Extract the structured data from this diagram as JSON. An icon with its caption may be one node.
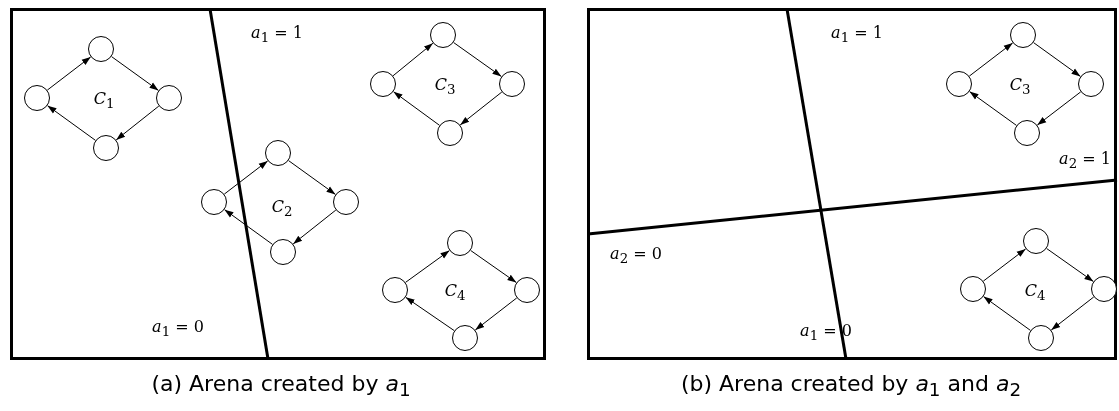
{
  "diagram": {
    "nodes": [
      {
        "text": [
          "(a) Arena created by *a*$_{1}$"
        ]
      },
      {
        "text": [],
        "shape": "circle",
        "in": 0
      },
      {
        "text": [],
        "shape": "circle",
        "in": 0
      },
      {
        "text": [],
        "shape": "circle",
        "in": 0
      },
      {
        "text": [],
        "shape": "circle",
        "in": 0
      },
      {
        "text": [],
        "shape": "circle",
        "in": 0
      },
      {
        "text": [],
        "shape": "circle",
        "in": 0
      },
      {
        "text": [],
        "shape": "circle",
        "in": 0
      },
      {
        "text": [],
        "shape": "circle",
        "in": 0
      },
      {
        "text": [],
        "shape": "circle",
        "in": 0
      },
      {
        "text": [],
        "shape": "circle",
        "in": 0
      },
      {
        "text": [],
        "shape": "circle",
        "in": 0
      },
      {
        "text": [],
        "shape": "circle",
        "in": 0
      },
      {
        "text": [],
        "shape": "circle",
        "in": 0
      },
      {
        "text": [],
        "shape": "circle",
        "in": 0
      },
      {
        "text": [],
        "shape": "circle",
        "in": 0
      },
      {
        "text": [],
        "shape": "circle",
        "in": 0
      },
      {
        "text": [
          "(b) Arena created by *a*$_{1}$ and *a*$_{2}$"
        ]
      },
      {
        "text": [],
        "shape": "circle",
        "in": 17
      },
      {
        "text": [],
        "shape": "circle",
        "in": 17
      },
      {
        "text": [],
        "shape": "circle",
        "in": 17
      },
      {
        "text": [],
        "shape": "circle",
        "in": 17
      },
      {
        "text": [],
        "shape": "circle",
        "in": 17
      },
      {
        "text": [],
        "shape": "circle",
        "in": 17
      },
      {
        "text": [],
        "shape": "circle",
        "in": 17
      },
      {
        "text": [],
        "shape": "circle",
        "in": 17
      }
    ],
    "edges": [
      {
        "from": 2,
        "to": 1,
        "arrow": "to"
      },
      {
        "from": 1,
        "to": 3,
        "arrow": "to"
      },
      {
        "from": 3,
        "to": 4,
        "arrow": "to"
      },
      {
        "from": 4,
        "to": 2,
        "arrow": "to"
      },
      {
        "from": 6,
        "to": 5,
        "arrow": "to"
      },
      {
        "from": 5,
        "to": 7,
        "arrow": "to"
      },
      {
        "from": 7,
        "to": 8,
        "arrow": "to"
      },
      {
        "from": 8,
        "to": 6,
        "arrow": "to"
      },
      {
        "from": 10,
        "to": 9,
        "arrow": "to"
      },
      {
        "from": 9,
        "to": 11,
        "arrow": "to"
      },
      {
        "from": 11,
        "to": 12,
        "arrow": "to"
      },
      {
        "from": 12,
        "to": 10,
        "arrow": "to"
      },
      {
        "from": 14,
        "to": 13,
        "arrow": "to"
      },
      {
        "from": 13,
        "to": 15,
        "arrow": "to"
      },
      {
        "from": 15,
        "to": 16,
        "arrow": "to"
      },
      {
        "from": 16,
        "to": 14,
        "arrow": "to"
      },
      {
        "from": 19,
        "to": 18,
        "arrow": "to"
      },
      {
        "from": 18,
        "to": 20,
        "arrow": "to"
      },
      {
        "from": 20,
        "to": 21,
        "arrow": "to"
      },
      {
        "from": 21,
        "to": 19,
        "arrow": "to"
      },
      {
        "from": 23,
        "to": 22,
        "arrow": "to"
      },
      {
        "from": 22,
        "to": 24,
        "arrow": "to"
      },
      {
        "from": 24,
        "to": 25,
        "arrow": "to"
      },
      {
        "from": 25,
        "to": 23,
        "arrow": "to"
      }
    ],
    "labels": [
      "*a*$_{1}$ = 1",
      "*C*$_{1}$",
      "*C*$_{3}$",
      "*C*$_{2}$",
      "*C*$_{4}$",
      "*a*$_{1}$ = 0",
      "*a*$_{1}$ = 1",
      "*C*$_{3}$",
      "*a*$_{2}$ = 1",
      "*a*$_{2}$ = 0",
      "*C*$_{4}$",
      "*a*$_{1}$ = 0"
    ]
  }
}
